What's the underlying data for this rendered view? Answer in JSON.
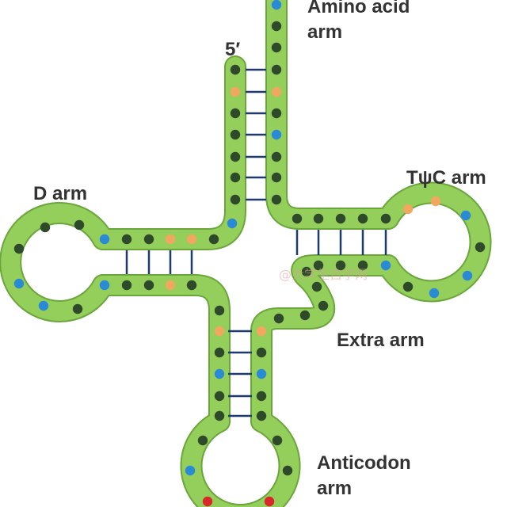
{
  "labels": {
    "amino_line1": "Amino acid",
    "amino_line2": "arm",
    "five_prime": "5′",
    "d_arm": "D arm",
    "tpsic_arm": "TψC arm",
    "extra_arm": "Extra arm",
    "anticodon_line1": "Anticodon",
    "anticodon_line2": "arm"
  },
  "watermark": "@大学生自学网",
  "colors": {
    "backbone": "#93cf5a",
    "backbone_edge": "#6aa63c",
    "base_pair": "#1e3a6e",
    "nucleotide_dark": "#2f4a2a",
    "nucleotide_blue": "#2a8ad6",
    "nucleotide_orange": "#f0a860",
    "nucleotide_red": "#d8282a"
  }
}
